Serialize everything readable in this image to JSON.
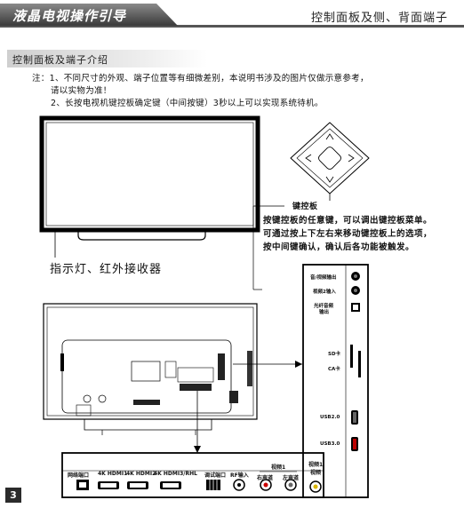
{
  "header": {
    "chapter_title": "液晶电视操作引导",
    "page_title": "控制面板及侧、背面端子"
  },
  "section": {
    "title": "控制面板及端子介绍"
  },
  "notes": {
    "line1": "注：1、不同尺寸的外观、端子位置等有细微差别，本说明书涉及的图片仅做示意参考，",
    "line2": "请以实物为准！",
    "line3": "2、长按电视机键控板确定键（中间按键）3秒以上可以实现系统待机。"
  },
  "labels": {
    "indicator": "指示灯、红外接收器",
    "keypad": "键控板",
    "keypad_desc": [
      "按键控板的任意键，可以调出键控板菜单。",
      "可通过按上下左右来移动键控板上的选项，",
      "按中间键确认，确认后各功能被触发。"
    ]
  },
  "side_ports": {
    "audio_video_out": "音/视频输出",
    "video2_in": "视频2输入",
    "optical_out_line1": "光纤音频",
    "optical_out_line2": "输出",
    "sd_card": "SD卡",
    "ca_card": "CA卡",
    "usb2": "USB2.0",
    "usb3": "USB3.0"
  },
  "rear_ports": {
    "network": "网络端口",
    "hdmi1": "4K HDMI1",
    "hdmi2": "4K HDMI2",
    "hdmi3": "4K HDMI3/RHL",
    "debug": "调试端口",
    "rf_in": "RF输入",
    "video1_group": "视频1",
    "right_channel": "右声道",
    "left_channel": "左声道",
    "video1_top": "视频1",
    "video1_bottom": "视频"
  },
  "page_number": "3"
}
